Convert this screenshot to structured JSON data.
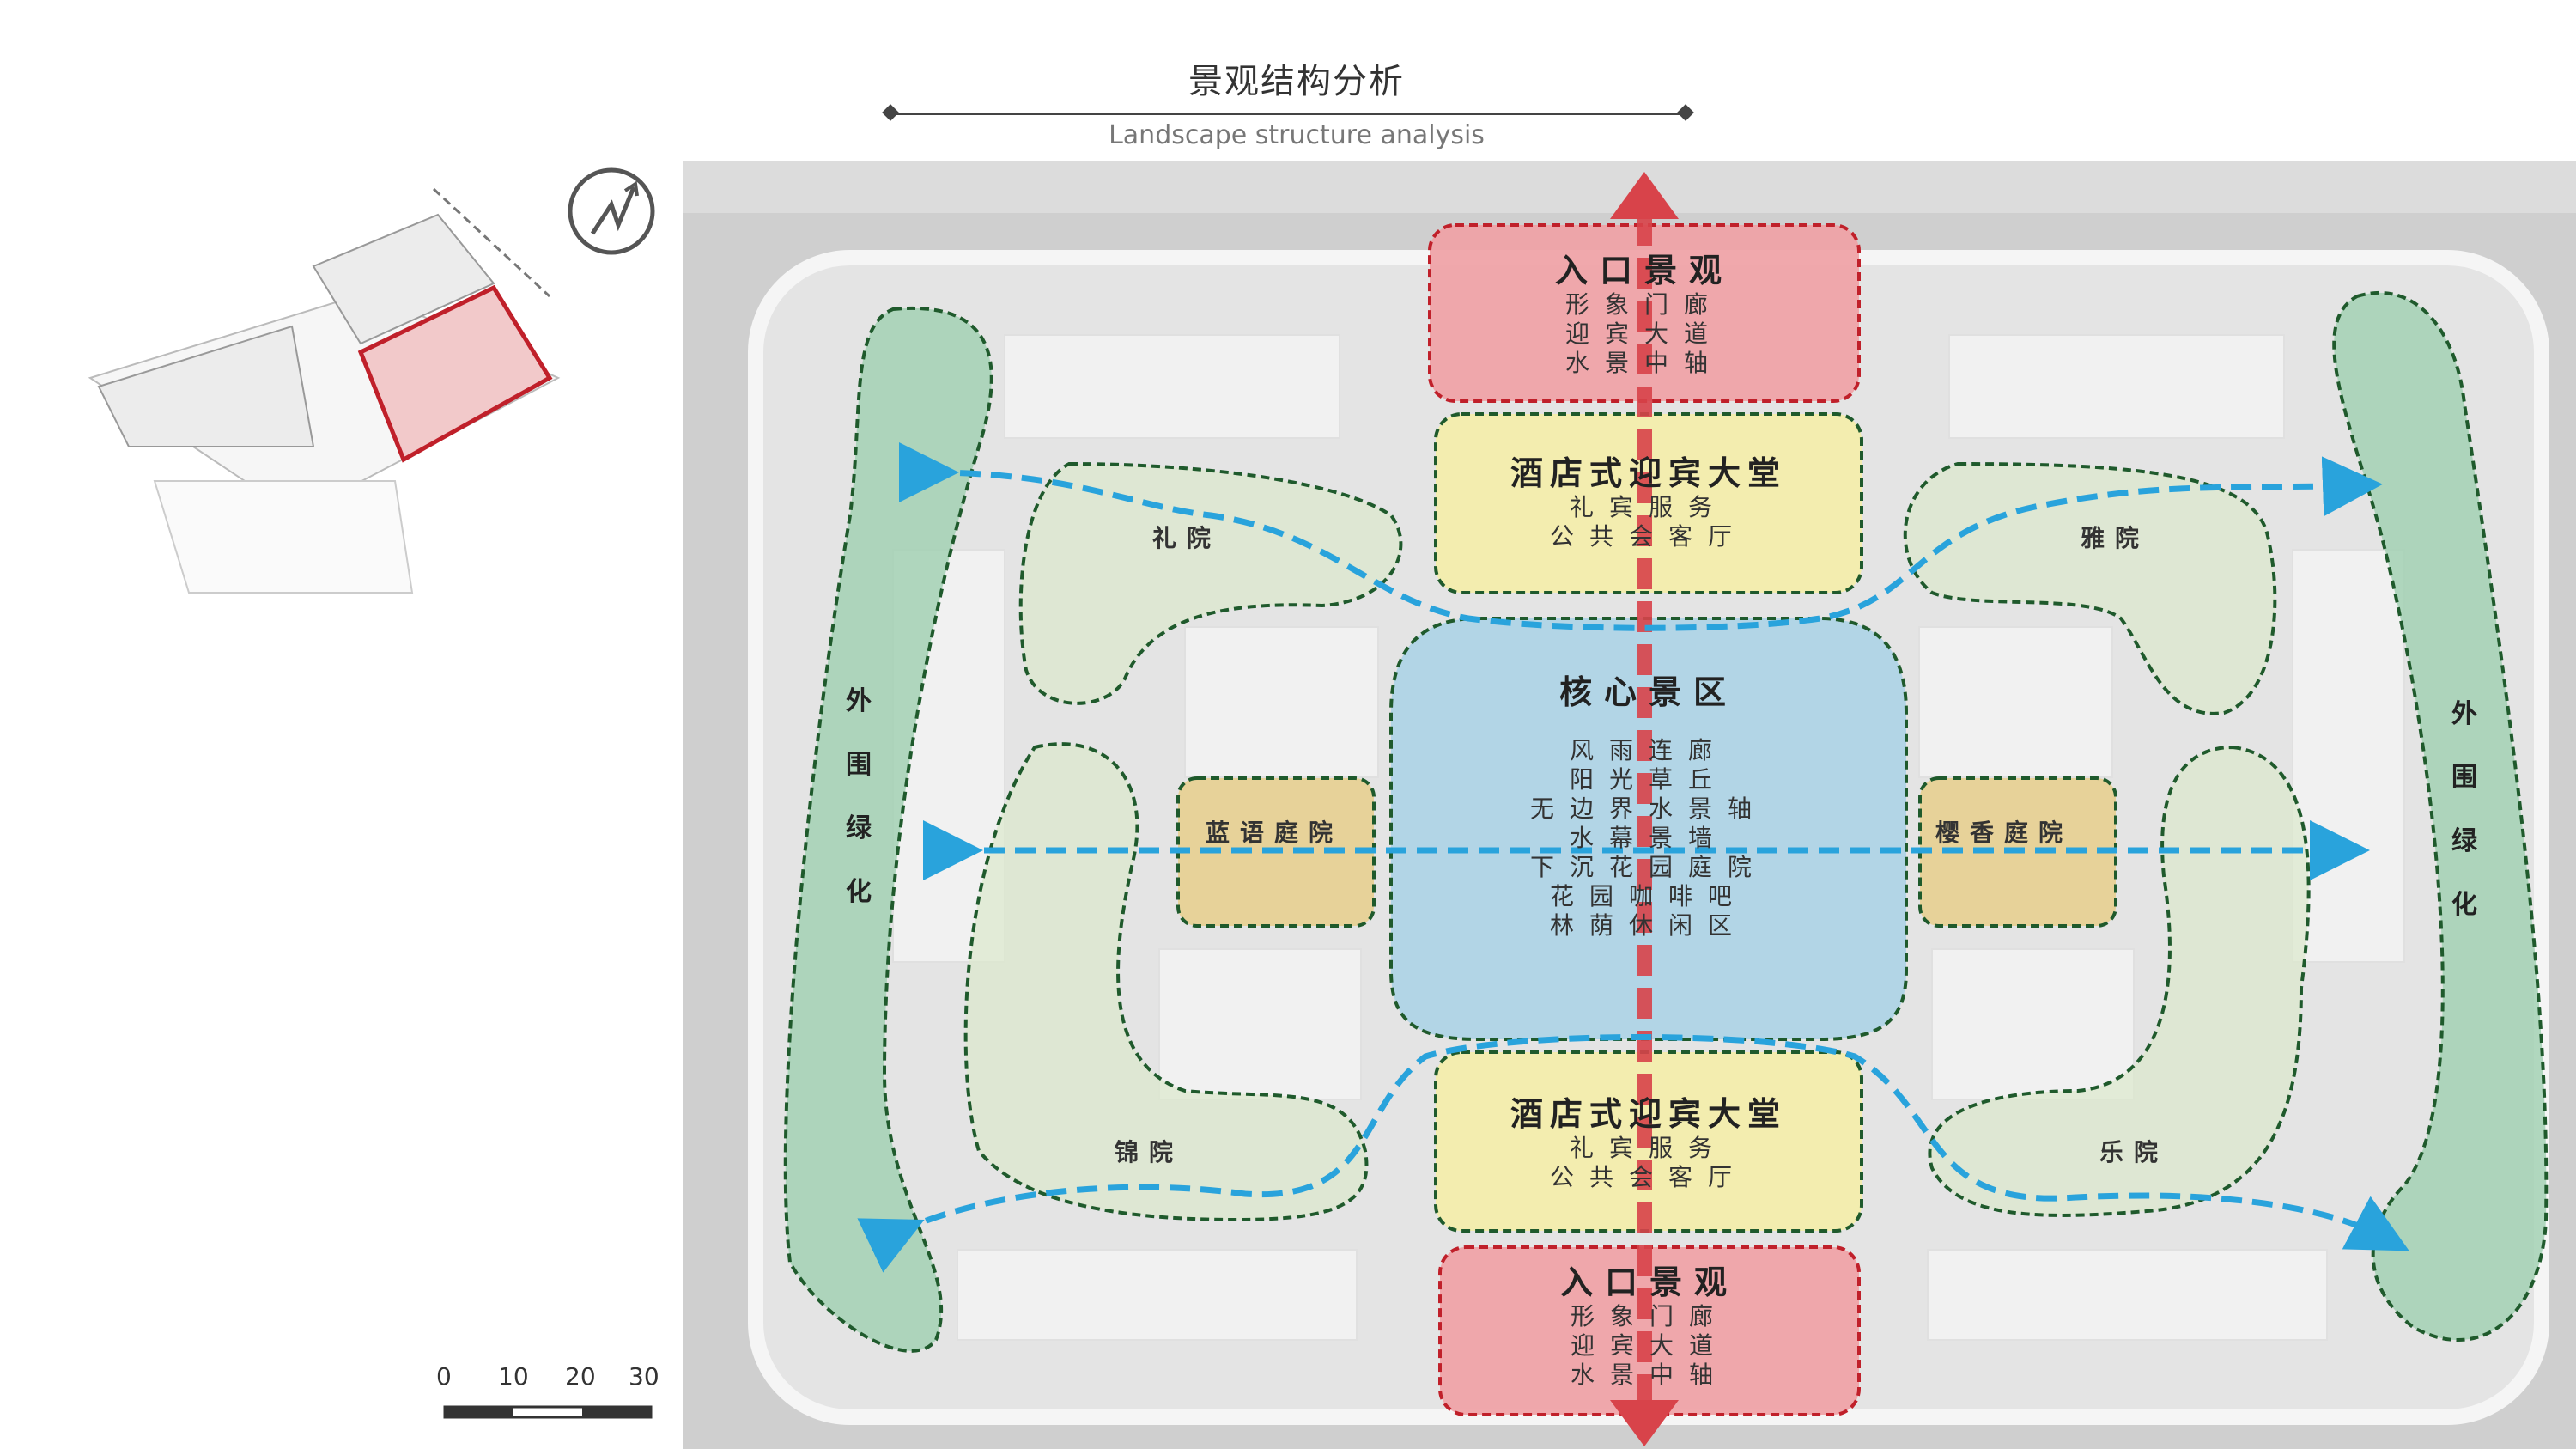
{
  "header": {
    "title": "景观结构分析",
    "subtitle": "Landscape structure analysis"
  },
  "zones": {
    "entrance_top": {
      "title": "入口景观",
      "items": [
        "形象门廊",
        "迎宾大道",
        "水景中轴"
      ]
    },
    "lobby_top": {
      "title": "酒店式迎宾大堂",
      "items": [
        "礼宾服务",
        "公共会客厅"
      ]
    },
    "core": {
      "title": "核心景区",
      "items": [
        "风雨连廊",
        "阳光草丘",
        "无边界水景轴",
        "水幕景墙",
        "下沉花园庭院",
        "花园咖啡吧",
        "林荫休闲区"
      ]
    },
    "lobby_bottom": {
      "title": "酒店式迎宾大堂",
      "items": [
        "礼宾服务",
        "公共会客厅"
      ]
    },
    "entrance_bottom": {
      "title": "入口景观",
      "items": [
        "形象门廊",
        "迎宾大道",
        "水景中轴"
      ]
    },
    "courtyard_left": "蓝语庭院",
    "courtyard_right": "樱香庭院",
    "yard_li": "礼院",
    "yard_ya": "雅院",
    "yard_jin": "锦院",
    "yard_le": "乐院",
    "green_left": [
      "外",
      "围",
      "绿",
      "化"
    ],
    "green_right": [
      "外",
      "围",
      "绿",
      "化"
    ]
  },
  "scale_bar": {
    "ticks": [
      "0",
      "10",
      "20",
      "30"
    ]
  },
  "colors": {
    "entrance_fill": "#f0a0a4",
    "entrance_border": "#c0202a",
    "lobby_fill": "#f4eda8",
    "core_fill": "#a9d2e6",
    "courtyard_fill": "#e8cf8c",
    "green_fill": "#9fd0b0",
    "axis_red": "#d8434a",
    "axis_blue": "#29a3dc",
    "map_gray": "#d6d6d6"
  },
  "icons": {
    "compass": "north-arrow-icon"
  }
}
